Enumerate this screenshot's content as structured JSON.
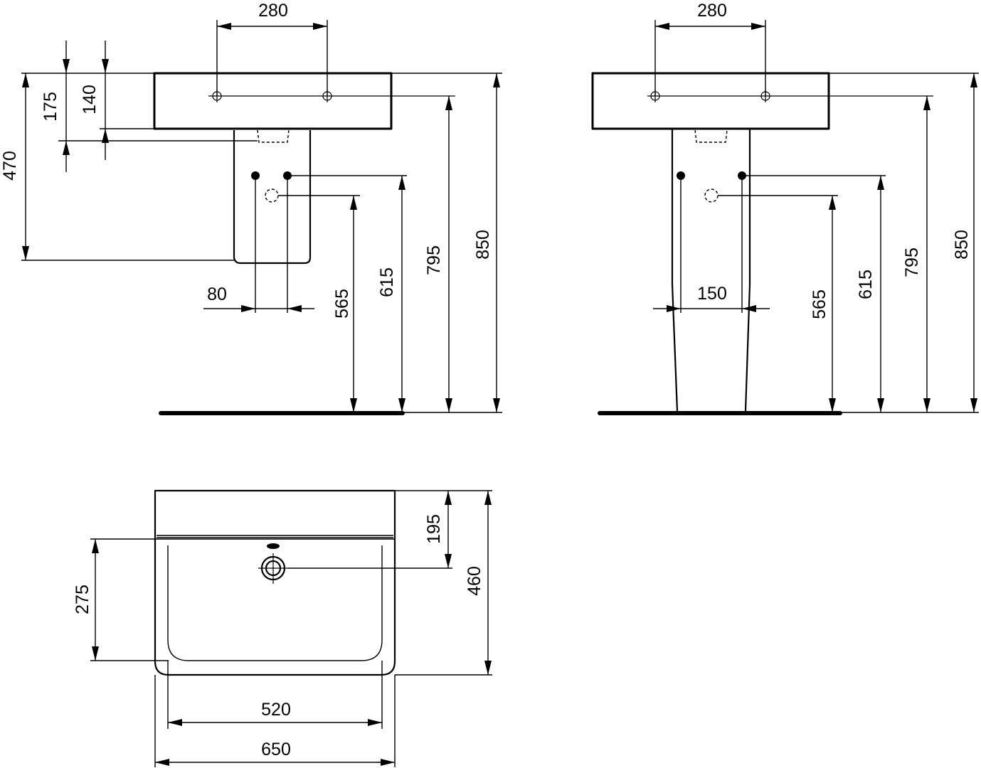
{
  "side_view": {
    "dim_280": "280",
    "dim_175": "175",
    "dim_140": "140",
    "dim_470": "470",
    "dim_80": "80",
    "dim_565": "565",
    "dim_615": "615",
    "dim_795": "795",
    "dim_850": "850"
  },
  "front_view": {
    "dim_280": "280",
    "dim_150": "150",
    "dim_565": "565",
    "dim_615": "615",
    "dim_795": "795",
    "dim_850": "850"
  },
  "top_view": {
    "dim_195": "195",
    "dim_275": "275",
    "dim_460": "460",
    "dim_520": "520",
    "dim_650": "650"
  }
}
